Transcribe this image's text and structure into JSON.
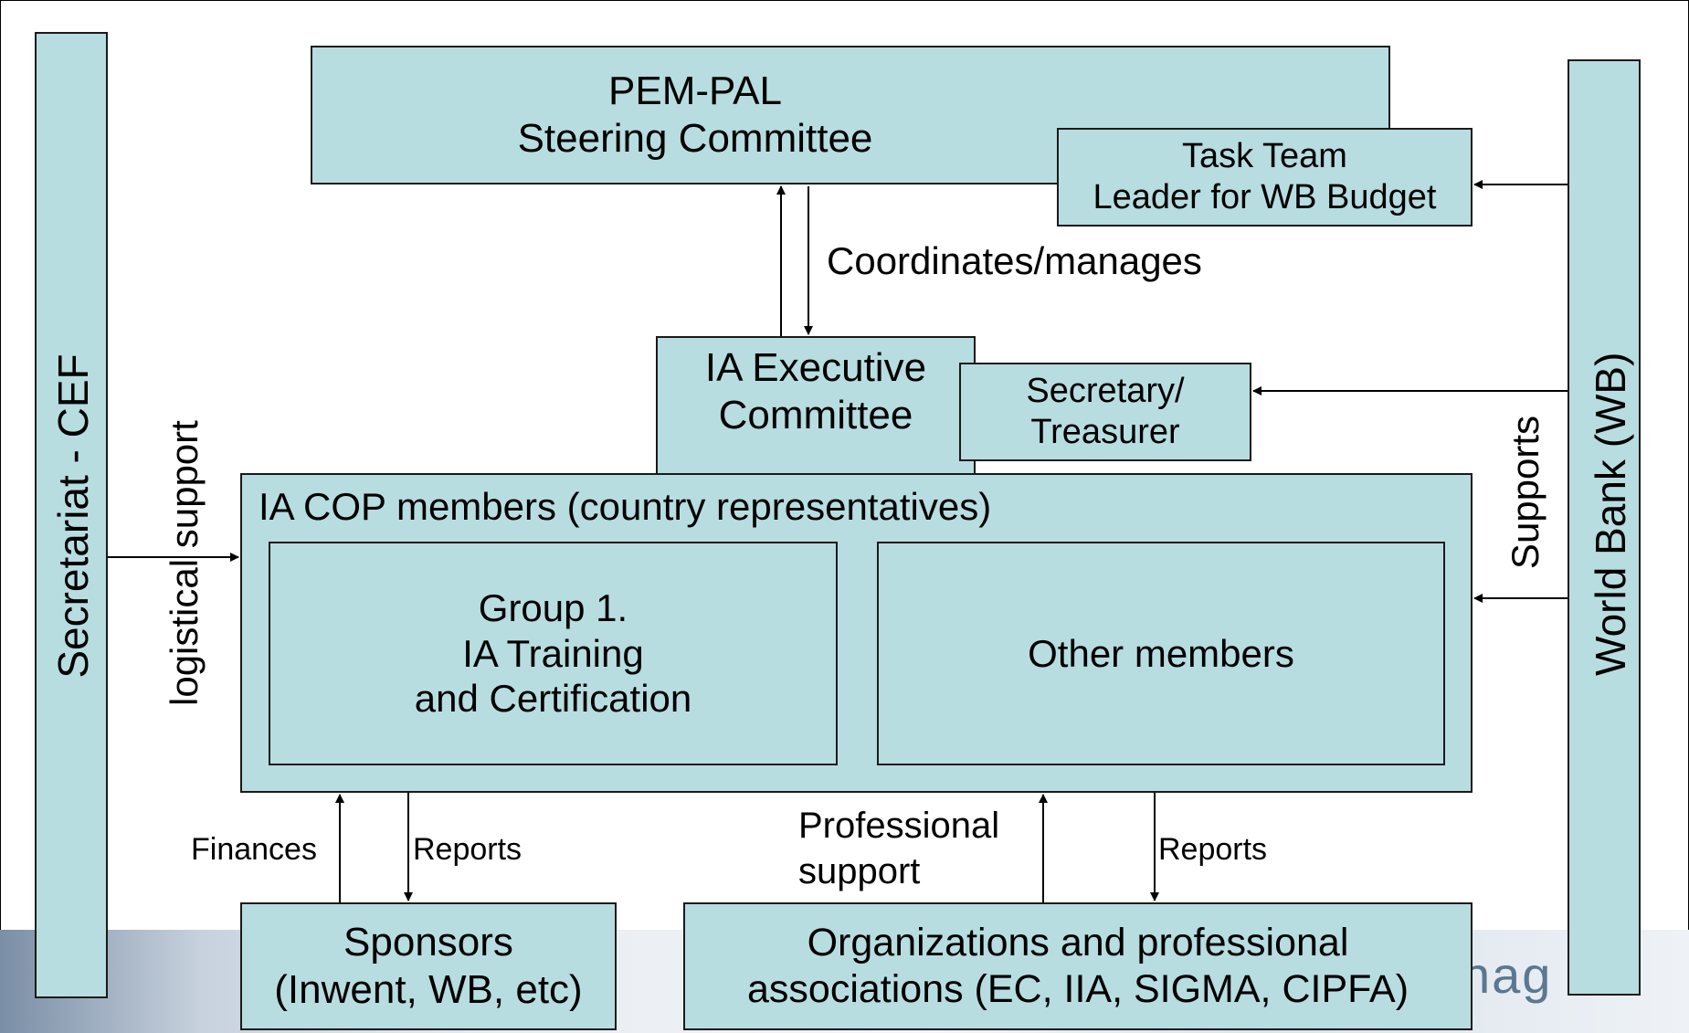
{
  "boxes": {
    "steering": {
      "line1": "PEM-PAL",
      "line2": "Steering Committee"
    },
    "task_team": {
      "line1": "Task Team",
      "line2": "Leader for WB Budget"
    },
    "exec": {
      "line1": "IA Executive",
      "line2": "Committee"
    },
    "secretary": {
      "line1": "Secretary/",
      "line2": "Treasurer"
    },
    "cop": {
      "title": "IA COP members (country representatives)"
    },
    "group1": {
      "line1": "Group 1.",
      "line2": "IA Training",
      "line3": "and Certification"
    },
    "other": {
      "label": "Other members"
    },
    "sponsors": {
      "line1": "Sponsors",
      "line2": "(Inwent, WB, etc)"
    },
    "orgs": {
      "line1": "Organizations and professional",
      "line2": "associations (EC, IIA, SIGMA, CIPFA)"
    },
    "secretariat": {
      "label": "Secretariat - CEF"
    },
    "world_bank": {
      "label": "World Bank (WB)"
    }
  },
  "labels": {
    "coordinates": "Coordinates/manages",
    "logistical": "logistical support",
    "supports": "Supports",
    "finances": "Finances",
    "reports_left": "Reports",
    "professional_support_1": "Professional",
    "professional_support_2": "support",
    "reports_right": "Reports"
  },
  "banner": {
    "text": "nag   er"
  },
  "colors": {
    "box_fill": "#b7dde1",
    "line": "#000000"
  }
}
